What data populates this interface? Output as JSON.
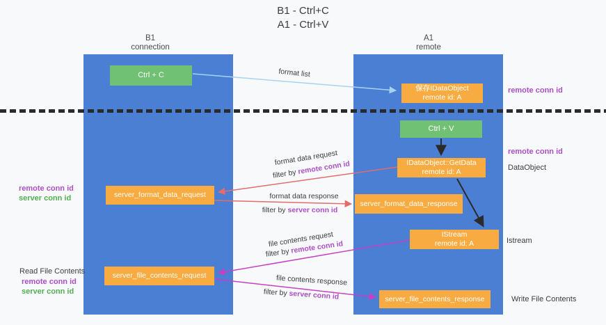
{
  "title": {
    "line1": "B1 - Ctrl+C",
    "line2": "A1 - Ctrl+V"
  },
  "lanes": {
    "left": {
      "title": "B1",
      "subtitle": "connection"
    },
    "right": {
      "title": "A1",
      "subtitle": "remote"
    }
  },
  "boxes": {
    "ctrl_c": {
      "label": "Ctrl + C"
    },
    "ctrl_v": {
      "label": "Ctrl + V"
    },
    "save_dataobject": {
      "line1": "保存IDataObject",
      "line2": "remote id: A"
    },
    "getdata": {
      "line1": "IDataObject::GetData",
      "line2": "remote id: A"
    },
    "istream": {
      "line1": "IStream",
      "line2": "remote id: A"
    },
    "server_format_data_request": {
      "label": "server_format_data_request"
    },
    "server_format_data_response": {
      "label": "server_format_data_response"
    },
    "server_file_contents_request": {
      "label": "server_file_contents_request"
    },
    "server_file_contents_response": {
      "label": "server_file_contents_response"
    }
  },
  "arrows": {
    "format_list": {
      "label": "format list"
    },
    "format_data_request": {
      "label": "format data request",
      "filter_prefix": "filter by ",
      "filter_key": "remote conn id"
    },
    "format_data_response": {
      "label": "format data response",
      "filter_prefix": "filter by ",
      "filter_key": "server conn id"
    },
    "file_contents_request": {
      "label": "file contents request",
      "filter_prefix": "filter by ",
      "filter_key": "remote conn id"
    },
    "file_contents_response": {
      "label": "file contents response",
      "filter_prefix": "filter by ",
      "filter_key": "server conn id"
    }
  },
  "annotations": {
    "right_remote_conn_id_top": "remote conn id",
    "right_remote_conn_id_mid": "remote conn id",
    "dataobject": "DataObject",
    "istream": "Istream",
    "write_file_contents": "Write File Contents",
    "left_remote_conn_id_1": "remote conn id",
    "left_server_conn_id_1": "server conn id",
    "read_file_contents": "Read File Contents",
    "left_remote_conn_id_2": "remote conn id",
    "left_server_conn_id_2": "server conn id"
  },
  "colors": {
    "lane_blue": "#4a7fd4",
    "box_green": "#71c175",
    "box_orange": "#f8ab40",
    "key_purple": "#ab4fc7",
    "key_green": "#53ae53",
    "arrow_red": "#e36c6c",
    "arrow_magenta": "#c540c5",
    "arrow_blue": "#a6d3f2",
    "arrow_black": "#2b2b2b",
    "background": "#f8f9fa"
  }
}
